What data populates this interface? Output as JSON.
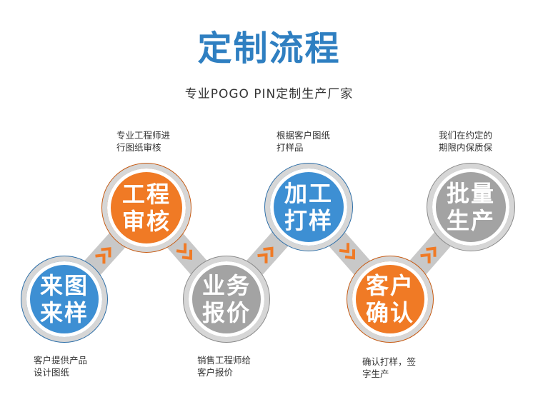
{
  "header": {
    "title": "定制流程",
    "subtitle": "专业POGO PIN定制生产厂家"
  },
  "colors": {
    "blue": "#3d8fd3",
    "orange": "#f07a25",
    "gray": "#a3a3a3",
    "connector": "#c8c8c8",
    "title_blue": "#2f7fc1"
  },
  "steps": [
    {
      "line1": "来图",
      "line2": "来样",
      "note1": "客户提供产品",
      "note2": "设计图纸",
      "color": "blue"
    },
    {
      "line1": "工程",
      "line2": "审核",
      "note1": "专业工程师进",
      "note2": "行图纸审核",
      "color": "orange"
    },
    {
      "line1": "业务",
      "line2": "报价",
      "note1": "销售工程师给",
      "note2": "客户报价",
      "color": "gray"
    },
    {
      "line1": "加工",
      "line2": "打样",
      "note1": "根据客户图纸",
      "note2": "打样品",
      "color": "blue"
    },
    {
      "line1": "客户",
      "line2": "确认",
      "note1": "确认打样，签",
      "note2": "字生产",
      "color": "orange"
    },
    {
      "line1": "批量",
      "line2": "生产",
      "note1": "我们在约定的",
      "note2": "期限内保质保",
      "color": "gray"
    }
  ],
  "connector_icon": "double-chevron-arrow-icon"
}
